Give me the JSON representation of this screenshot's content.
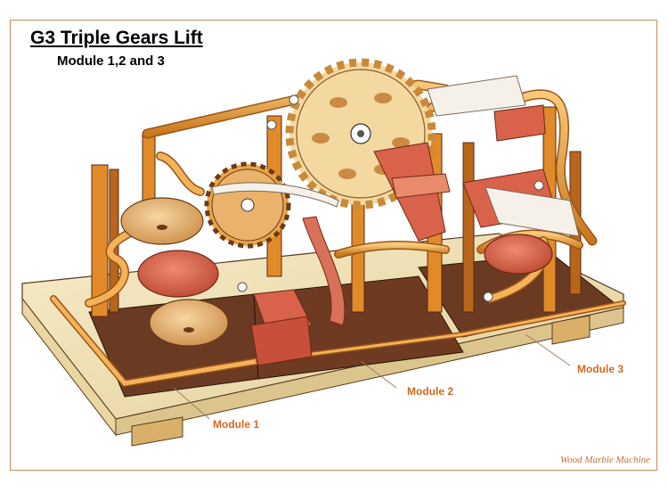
{
  "title": "G3 Triple Gears Lift",
  "subtitle": "Module 1,2 and 3",
  "callouts": {
    "module1": "Module 1",
    "module2": "Module 2",
    "module3": "Module 3"
  },
  "signature": "Wood Marble Machine",
  "colors": {
    "callout_text": "#d2691e",
    "signature_text": "#c0703a",
    "frame": "#c98a5a",
    "light_wood": "#f0e0b0",
    "dark_wood": "#6b3a22",
    "orange_wood": "#e08a2a",
    "gear_wood": "#f3d9a0",
    "red_wood": "#d9624a",
    "track": "#e9a94a"
  }
}
